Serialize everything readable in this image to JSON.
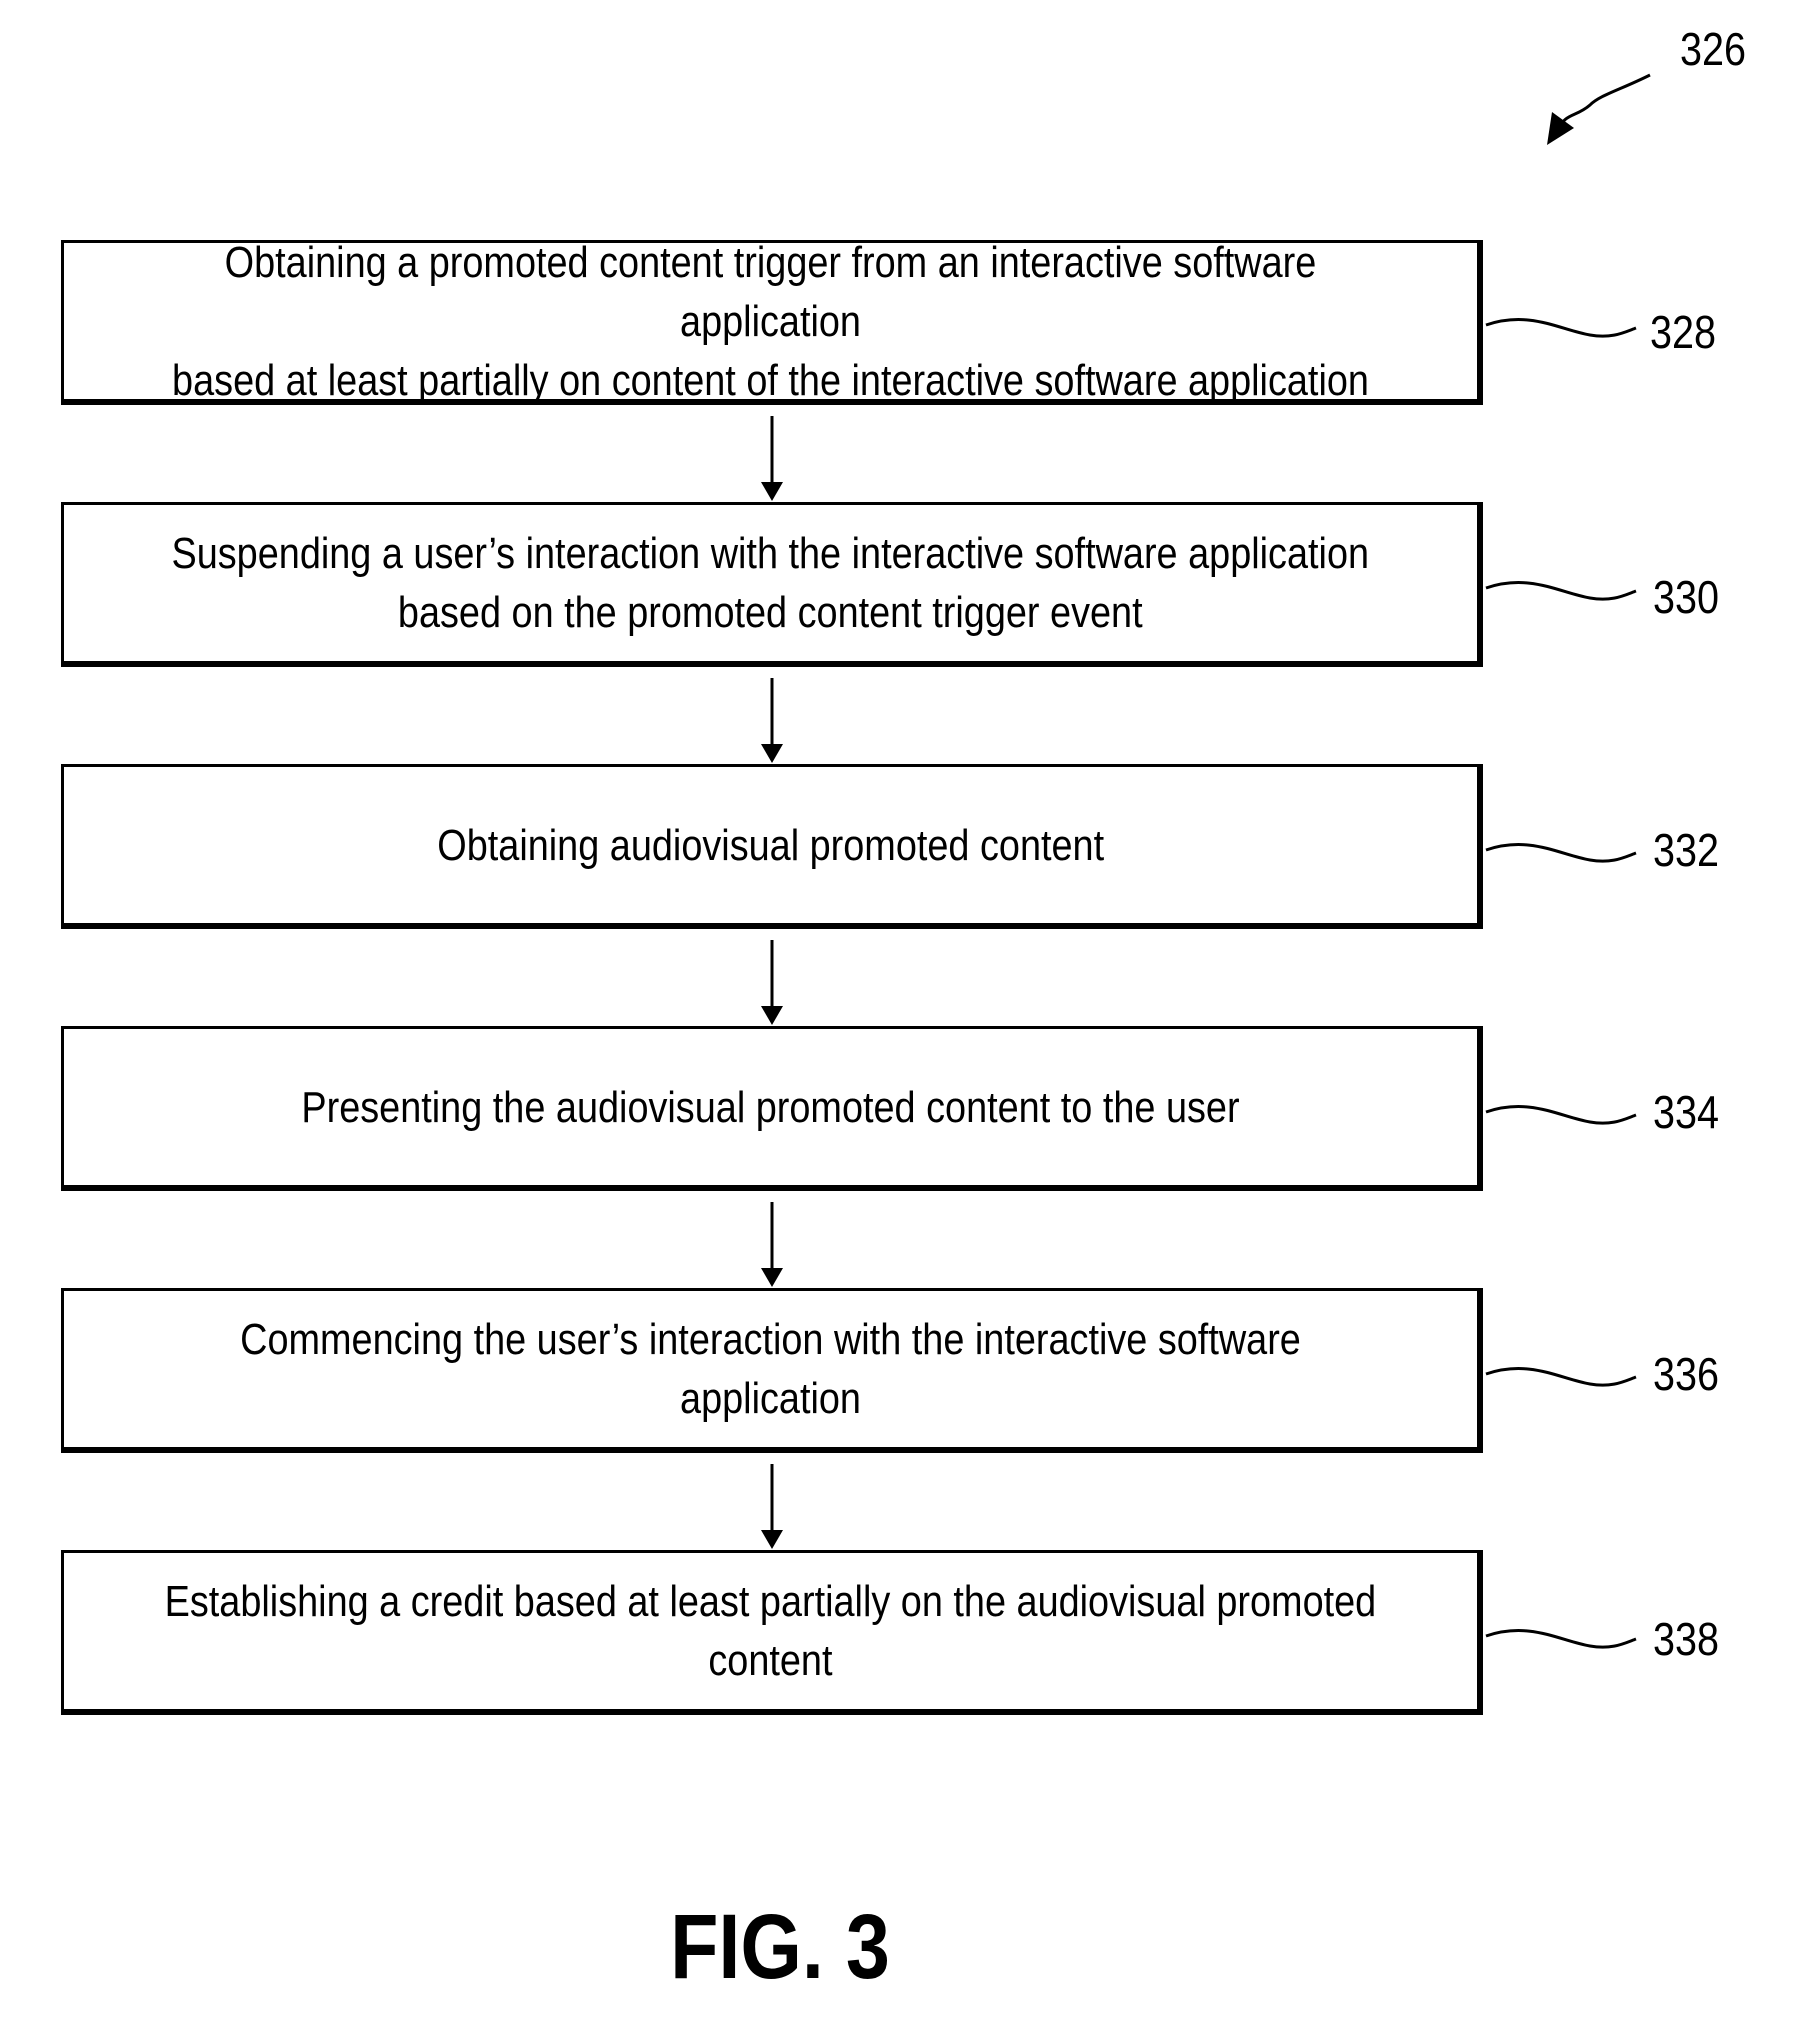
{
  "figure": {
    "label": "FIG. 3",
    "reference_number": "326"
  },
  "steps": [
    {
      "ref": "328",
      "text": "Obtaining a promoted content trigger from an interactive software application\nbased at least partially on content of the interactive software application"
    },
    {
      "ref": "330",
      "text": "Suspending a user’s interaction with the interactive software application\nbased on the promoted content trigger event"
    },
    {
      "ref": "332",
      "text": "Obtaining audiovisual promoted content"
    },
    {
      "ref": "334",
      "text": "Presenting the audiovisual promoted content to the user"
    },
    {
      "ref": "336",
      "text": "Commencing the user’s interaction with the interactive software application"
    },
    {
      "ref": "338",
      "text": "Establishing a credit based at least partially on the audiovisual promoted\ncontent"
    }
  ]
}
